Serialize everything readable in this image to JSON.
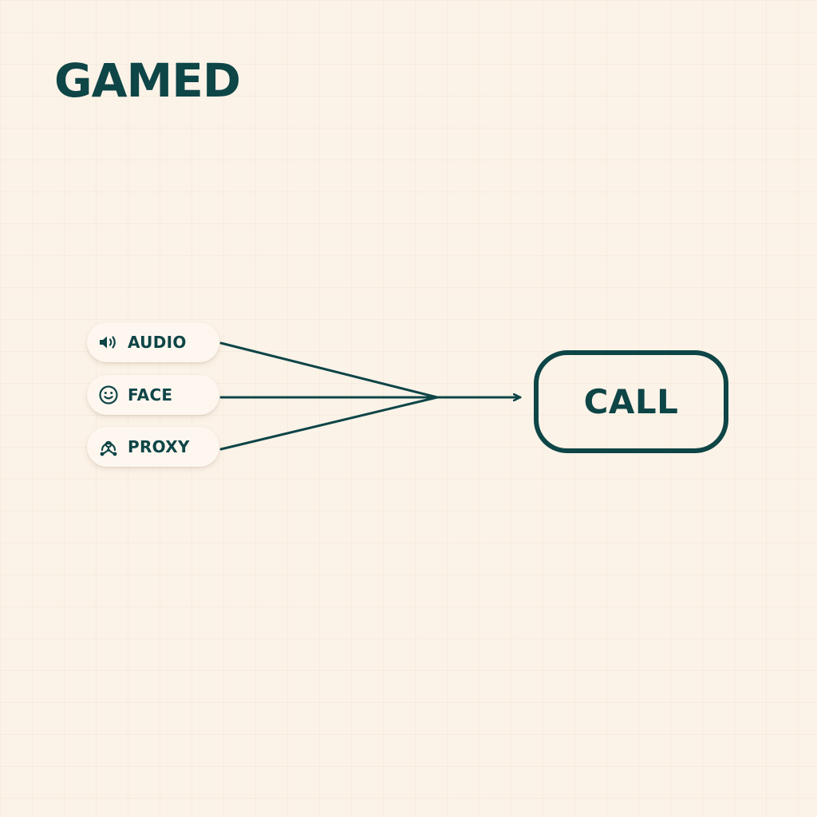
{
  "title": "GAMED",
  "inputs": [
    {
      "label": "AUDIO",
      "icon": "speaker-icon"
    },
    {
      "label": "FACE",
      "icon": "smiley-face-icon"
    },
    {
      "label": "PROXY",
      "icon": "proxy-network-icon"
    }
  ],
  "output": {
    "label": "CALL"
  },
  "colors": {
    "ink": "#0e4547",
    "background": "#fcf3e8",
    "pill_fill": "#fdf7ef"
  }
}
